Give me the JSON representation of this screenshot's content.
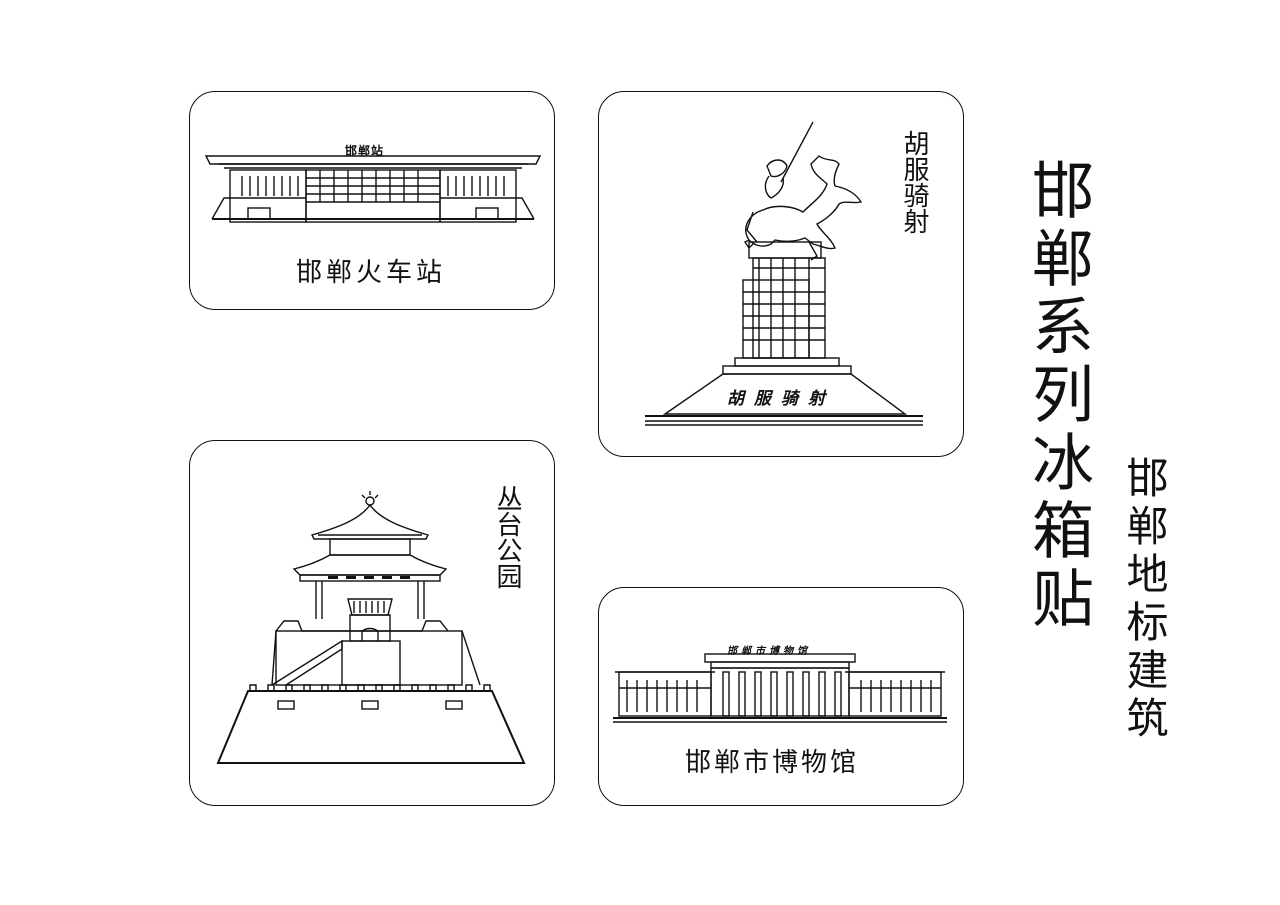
{
  "title": "邯郸系列冰箱贴",
  "subtitle": "邯郸地标建筑",
  "cards": {
    "station": {
      "caption": "邯郸火车站",
      "sign": "邯郸站",
      "icon": "railway-station-drawing"
    },
    "statue": {
      "label": "胡服骑射",
      "sign": "胡服骑射",
      "icon": "horse-rider-statue-drawing"
    },
    "congtai": {
      "label": "丛台公园",
      "icon": "pavilion-tower-drawing"
    },
    "museum": {
      "caption": "邯郸市博物馆",
      "sign": "邯郸市博物馆",
      "icon": "museum-building-drawing"
    }
  },
  "colors": {
    "line": "#111111",
    "background": "#ffffff"
  }
}
